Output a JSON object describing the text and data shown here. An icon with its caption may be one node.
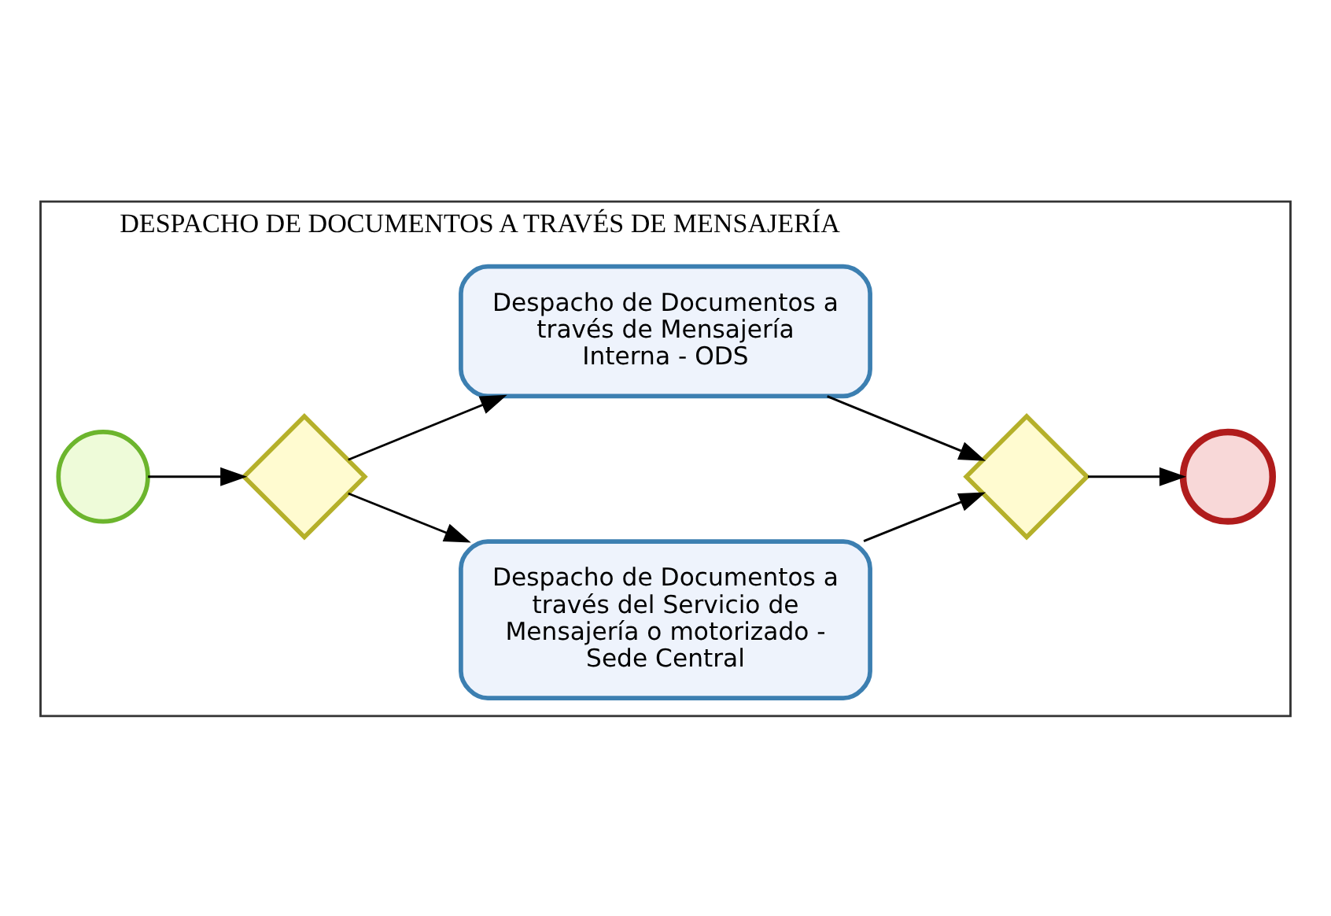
{
  "diagram": {
    "nodes": [
      {
        "text": [
          "DESPACHO DE DOCUMENTOS A TRAVÉS DE MENSAJERÍA"
        ]
      },
      {
        "text": [],
        "shape": "circle",
        "in": 0
      },
      {
        "text": [],
        "shape": "diamond",
        "in": 0
      },
      {
        "text": [
          "Despacho de Documentos a través del Servicio de Mensajería o motorizado - Sede Central"
        ],
        "in": 0
      },
      {
        "text": [
          "Despacho de Documentos a través de Mensajería Interna - ODS"
        ],
        "in": 0
      },
      {
        "text": [],
        "shape": "diamond",
        "in": 0
      },
      {
        "text": [],
        "shape": "circle",
        "in": 0
      }
    ],
    "edges": [
      {
        "from": 1,
        "to": 2,
        "arrow": "to"
      },
      {
        "from": 2,
        "to": 3,
        "arrow": "to"
      },
      {
        "from": 2,
        "to": 4,
        "arrow": "to"
      },
      {
        "from": 3,
        "to": 5,
        "arrow": "to"
      },
      {
        "from": 4,
        "to": 5,
        "arrow": "to"
      },
      {
        "from": 5,
        "to": 6,
        "arrow": "to"
      }
    ]
  }
}
